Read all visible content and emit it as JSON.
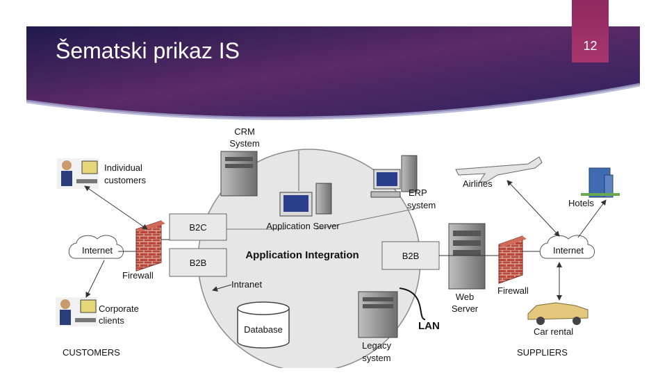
{
  "slide": {
    "title": "Šematski prikaz IS",
    "page_number": "12",
    "colors": {
      "banner_dark": "#221a4f",
      "banner_mid": "#5a2a66",
      "banner_accent": "#8e2a61",
      "wave": "#a7a9cf"
    }
  },
  "diagram": {
    "crm": [
      "CRM",
      "System"
    ],
    "individual_customers": [
      "Individual",
      "customers"
    ],
    "corporate_clients": [
      "Corporate",
      "clients"
    ],
    "internet_left": "Internet",
    "firewall_left": "Firewall",
    "b2c": "B2C",
    "b2b_left": "B2B",
    "intranet": "Intranet",
    "app_server": "Application Server",
    "app_integration": "Application Integration",
    "erp": [
      "ERP",
      "system"
    ],
    "b2b_right": "B2B",
    "database": "Database",
    "legacy": [
      "Legacy",
      "system"
    ],
    "lan": "LAN",
    "web_server": [
      "Web",
      "Server"
    ],
    "firewall_right": "Firewall",
    "internet_right": "Internet",
    "airlines": "Airlines",
    "hotels": "Hotels",
    "car_rental": "Car rental",
    "customers": "CUSTOMERS",
    "suppliers": "SUPPLIERS"
  }
}
